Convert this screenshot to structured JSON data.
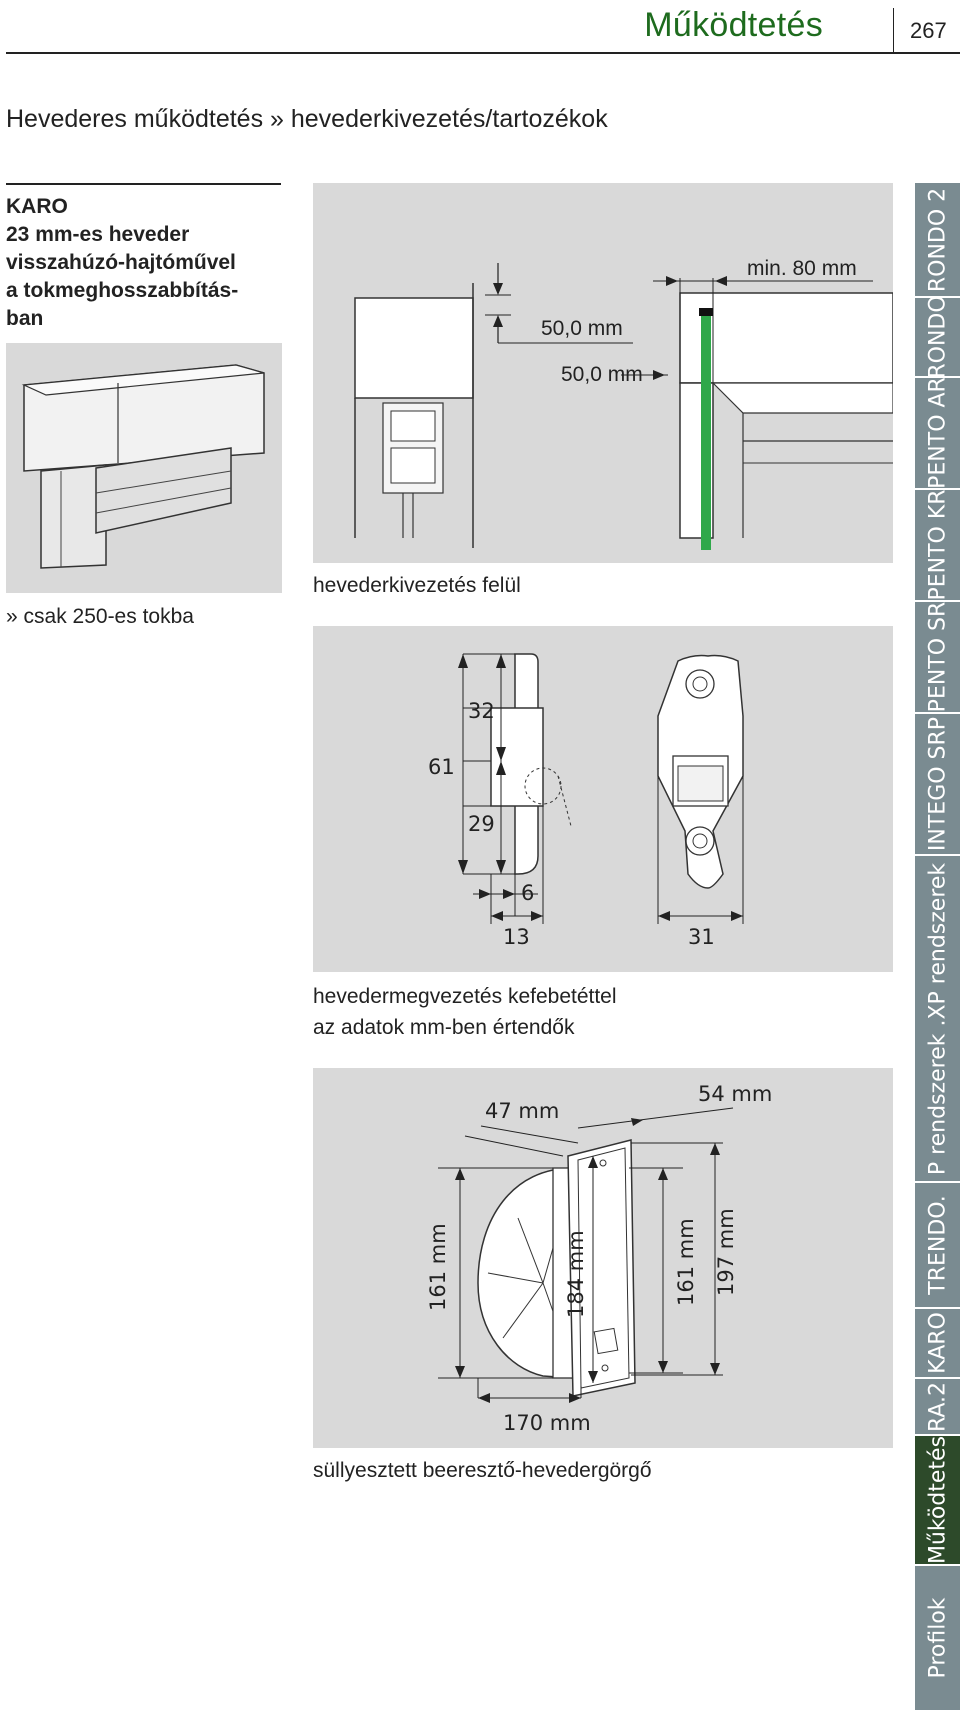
{
  "header": {
    "title": "Működtetés",
    "page_number": "267"
  },
  "section_heading": "Hevederes működtetés » hevederkivezetés/tartozékok",
  "product": {
    "lines": [
      "KARO",
      "23 mm-es heveder",
      "visszahúzó-hajtóművel",
      "a tokmeghosszabbítás-",
      "ban"
    ]
  },
  "note": "» csak 250-es tokba",
  "figures": [
    {
      "caption_lines": [
        "hevederkivezetés felül"
      ],
      "dimensions": [
        "50,0 mm",
        "50,0 mm",
        "min. 80 mm"
      ]
    },
    {
      "caption_lines": [
        "hevedermegvezetés kefebetéttel",
        "az adatok mm-ben értendők"
      ],
      "dimensions": [
        "61",
        "32",
        "29",
        "6",
        "13",
        "31"
      ]
    },
    {
      "caption_lines": [
        "süllyesztett beeresztő-hevedergörgő"
      ],
      "dimensions": [
        "47 mm",
        "54 mm",
        "161 mm",
        "184 mm",
        "161 mm",
        "197 mm",
        "170 mm"
      ]
    }
  ],
  "side_tabs": [
    {
      "label": "RONDO 2",
      "active": false
    },
    {
      "label": "RONDO",
      "active": false
    },
    {
      "label": "PENTO AR",
      "active": false
    },
    {
      "label": "PENTO KR",
      "active": false
    },
    {
      "label": "PENTO SR",
      "active": false
    },
    {
      "label": "INTEGO SRP",
      "active": false
    },
    {
      "label": "P rendszerek .XP rendszerek",
      "active": false
    },
    {
      "label": "TRENDO.",
      "active": false
    },
    {
      "label": "KARO",
      "active": false
    },
    {
      "label": "RA.2",
      "active": false
    },
    {
      "label": "Működtetés",
      "active": true
    },
    {
      "label": "Profilok",
      "active": false
    }
  ],
  "colors": {
    "header_green": "#1e6b1e",
    "tab_gray": "#7a8b91",
    "tab_active": "#2d4a2a",
    "panel_gray": "#d9d9d9",
    "belt_green": "#2fa84a"
  }
}
